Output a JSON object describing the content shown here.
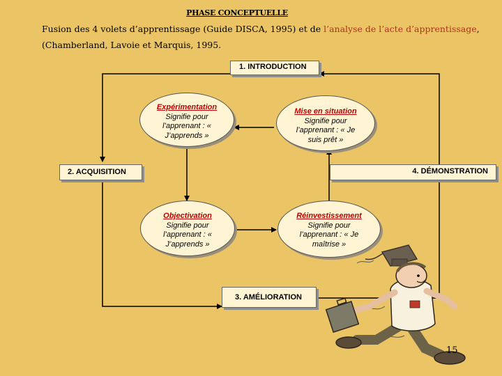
{
  "header": {
    "title": "PHASE CONCEPTUELLE",
    "line_part1": "Fusion des 4 volets d’apprentissage (Guide DISCA, 1995) et de ",
    "line_red": "l’analyse de l’acte d’apprentissage",
    "line_part2": ", (Chamberland, Lavoie et Marquis, 1995."
  },
  "boxes": {
    "introduction": "1.  INTRODUCTION",
    "acquisition": "2. ACQUISITION",
    "demonstration": "4. DÉMONSTRATION",
    "amelioration": "3. AMÉLIORATION"
  },
  "ellipses": {
    "experimentation": {
      "title": "Expérimentation",
      "desc": "Signifie pour l’apprenant : « J’apprends »"
    },
    "mise_en_situation": {
      "title": "Mise en situation",
      "desc": "Signifie pour l’apprenant : « Je suis prêt »"
    },
    "objectivation": {
      "title": "Objectivation",
      "desc": "Signifie pour l’apprenant : « J’apprends »"
    },
    "reinvestissement": {
      "title": "Réinvestissement",
      "desc": "Signifie pour l’apprenant : « Je maîtrise »"
    }
  },
  "page_number": "15",
  "colors": {
    "background": "#EBC565",
    "box_fill": "#FFF5D5",
    "title_red": "#C00000",
    "highlight_red": "#B0301F"
  }
}
